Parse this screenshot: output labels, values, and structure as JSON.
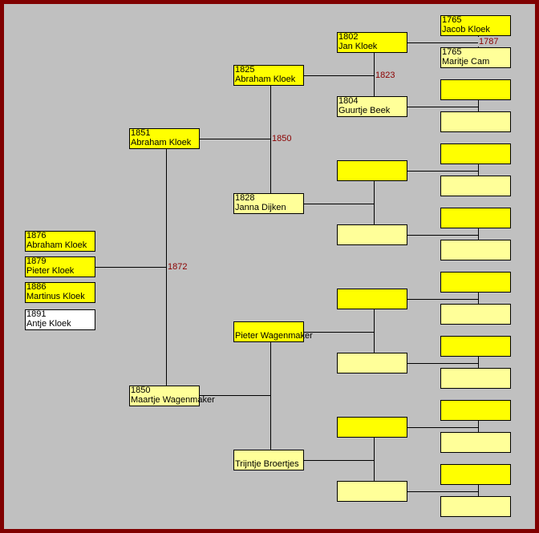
{
  "colors": {
    "frame": "#800000",
    "background": "#c0c0c0",
    "male": "#ffff00",
    "female": "#ffff99",
    "marriage_year": "#8b0000"
  },
  "children": [
    {
      "year": "1876",
      "name": "Abraham Kloek",
      "color": "male"
    },
    {
      "year": "1879",
      "name": "Pieter Kloek",
      "color": "male"
    },
    {
      "year": "1886",
      "name": "Martinus Kloek",
      "color": "male"
    },
    {
      "year": "1891",
      "name": "Antje Kloek",
      "color": "child-white"
    }
  ],
  "parents": [
    {
      "year": "1851",
      "name": "Abraham Kloek",
      "color": "male"
    },
    {
      "year": "1850",
      "name": "Maartje Wagenmaker",
      "color": "female"
    }
  ],
  "grandparents": [
    {
      "year": "1825",
      "name": "Abraham Kloek",
      "color": "male"
    },
    {
      "year": "1828",
      "name": "Janna Dijken",
      "color": "female"
    },
    {
      "year": "",
      "name": "Pieter Wagenmaker",
      "color": "male"
    },
    {
      "year": "",
      "name": "Trijntje Broertjes",
      "color": "female"
    }
  ],
  "great_grandparents": [
    {
      "year": "1802",
      "name": "Jan Kloek",
      "color": "male"
    },
    {
      "year": "1804",
      "name": "Guurtje Beek",
      "color": "female"
    },
    {
      "year": "",
      "name": "",
      "color": "male"
    },
    {
      "year": "",
      "name": "",
      "color": "female"
    },
    {
      "year": "",
      "name": "",
      "color": "male"
    },
    {
      "year": "",
      "name": "",
      "color": "female"
    },
    {
      "year": "",
      "name": "",
      "color": "male"
    },
    {
      "year": "",
      "name": "",
      "color": "female"
    }
  ],
  "gg_grandparents": [
    {
      "year": "1765",
      "name": "Jacob Kloek",
      "color": "male"
    },
    {
      "year": "1765",
      "name": "Maritje Cam",
      "color": "female"
    },
    {
      "year": "",
      "name": "",
      "color": "male"
    },
    {
      "year": "",
      "name": "",
      "color": "female"
    },
    {
      "year": "",
      "name": "",
      "color": "male"
    },
    {
      "year": "",
      "name": "",
      "color": "female"
    },
    {
      "year": "",
      "name": "",
      "color": "male"
    },
    {
      "year": "",
      "name": "",
      "color": "female"
    },
    {
      "year": "",
      "name": "",
      "color": "male"
    },
    {
      "year": "",
      "name": "",
      "color": "female"
    },
    {
      "year": "",
      "name": "",
      "color": "male"
    },
    {
      "year": "",
      "name": "",
      "color": "female"
    },
    {
      "year": "",
      "name": "",
      "color": "male"
    },
    {
      "year": "",
      "name": "",
      "color": "female"
    },
    {
      "year": "",
      "name": "",
      "color": "male"
    },
    {
      "year": "",
      "name": "",
      "color": "female"
    }
  ],
  "marriages": [
    {
      "key": "parents",
      "year": "1872"
    },
    {
      "key": "grandparents-paternal",
      "year": "1850"
    },
    {
      "key": "great-grandparents-kloek",
      "year": "1823"
    },
    {
      "key": "gg-grandparents-kloek",
      "year": "1787"
    }
  ]
}
